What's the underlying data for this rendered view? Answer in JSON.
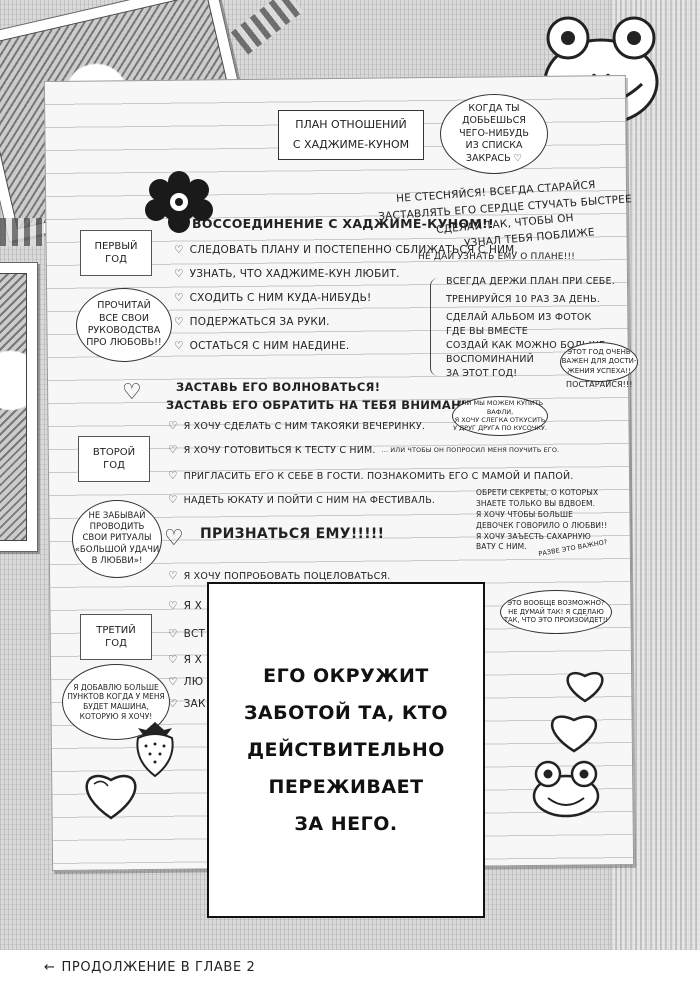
{
  "paper": {
    "title": [
      "ПЛАН ОТНОШЕНИЙ",
      "С ХАДЖИМЕ-КУНОМ"
    ],
    "goal_bubble": [
      "КОГДА ТЫ",
      "ДОБЬЕШЬСЯ",
      "ЧЕГО-НИБУДЬ",
      "ИЗ СПИСКА",
      "ЗАКРАСЬ ♡"
    ],
    "notes_top": [
      "НЕ СТЕСНЯЙСЯ! ВСЕГДА СТАРАЙСЯ",
      "ЗАСТАВЛЯТЬ ЕГО СЕРДЦЕ СТУЧАТЬ БЫСТРЕЕ",
      "СДЕЛАЙ ТАК, ЧТОБЫ ОН",
      "УЗНАЛ ТЕБЯ ПОБЛИЖЕ",
      "НЕ ДАЙ УЗНАТЬ ЕМУ О ПЛАНЕ!!!"
    ],
    "year1": {
      "label": [
        "ПЕРВЫЙ",
        "ГОД"
      ],
      "heading": "ВОССОЕДИНЕНИЕ С ХАДЖИМЕ-КУНОМ!!",
      "items": [
        "СЛЕДОВАТЬ ПЛАНУ И ПОСТЕПЕННО СБЛИЖАТЬСЯ С НИМ.",
        "УЗНАТЬ, ЧТО ХАДЖИМЕ-КУН ЛЮБИТ.",
        "СХОДИТЬ С НИМ КУДА-НИБУДЬ!",
        "ПОДЕРЖАТЬСЯ ЗА РУКИ.",
        "ОСТАТЬСЯ С НИМ НАЕДИНЕ."
      ],
      "bubble": [
        "ПРОЧИТАЙ",
        "ВСЕ СВОИ",
        "РУКОВОДСТВА",
        "ПРО ЛЮБОВЬ!!"
      ]
    },
    "tips": [
      "ВСЕГДА ДЕРЖИ ПЛАН ПРИ СЕБЕ.",
      "ТРЕНИРУЙСЯ 10 РАЗ ЗА ДЕНЬ.",
      "СДЕЛАЙ АЛЬБОМ ИЗ ФОТОК",
      "ГДЕ ВЫ ВМЕСТЕ",
      "СОЗДАЙ КАК МОЖНО БОЛЬШЕ",
      "ВОСПОМИНАНИЙ",
      "ЗА ЭТОТ ГОД!"
    ],
    "important_bubble": [
      "ЭТОТ ГОД ОЧЕНЬ",
      "ВАЖЕН ДЛЯ ДОСТИ-",
      "ЖЕНИЯ УСПЕХА!!"
    ],
    "try_hard": "ПОСТАРАЙСЯ!!!",
    "year2": {
      "label": [
        "ВТОРОЙ",
        "ГОД"
      ],
      "heading": [
        "ЗАСТАВЬ ЕГО ВОЛНОВАТЬСЯ!",
        "ЗАСТАВЬ ЕГО ОБРАТИТЬ НА ТЕБЯ ВНИМАНИЕ!"
      ],
      "items": [
        "Я ХОЧУ СДЕЛАТЬ С НИМ ТАКОЯКИ ВЕЧЕРИНКУ.",
        "Я ХОЧУ ГОТОВИТЬСЯ К ТЕСТУ С НИМ.",
        "ПРИГЛАСИТЬ ЕГО К СЕБЕ В ГОСТИ. ПОЗНАКОМИТЬ ЕГО С МАМОЙ И ПАПОЙ.",
        "НАДЕТЬ ЮКАТУ И ПОЙТИ С НИМ НА ФЕСТИВАЛЬ."
      ],
      "small_note": "... ИЛИ ЧТОБЫ ОН ПОПРОСИЛ МЕНЯ ПОУЧИТЬ ЕГО.",
      "bubble": [
        "НЕ ЗАБЫВАЙ",
        "ПРОВОДИТЬ",
        "СВОИ РИТУАЛЫ",
        "«БОЛЬШОЙ УДАЧИ",
        "В ЛЮБВИ»!"
      ],
      "waffle_note": [
        "ИЛИ МЫ МОЖЕМ КУПИТЬ ВАФЛИ,",
        "Я ХОЧУ СЛЕГКА ОТКУСИТЬ",
        "У ДРУГ ДРУГА ПО КУСОЧКУ."
      ],
      "secrets_note": [
        "ОБРЕТИ СЕКРЕТЫ, О КОТОРЫХ",
        "ЗНАЕТЕ ТОЛЬКО ВЫ ВДВОЕМ.",
        "Я ХОЧУ ЧТОБЫ БОЛЬШЕ",
        "ДЕВОЧЕК ГОВОРИЛО О ЛЮБВИ!!",
        "Я ХОЧУ ЗАЪЕСТЬ САХАРНУЮ",
        "ВАТУ С НИМ."
      ],
      "maybe": "РАЗВЕ ЭТО ВАЖНО?"
    },
    "confess": "ПРИЗНАТЬСЯ ЕМУ!!!!!",
    "year3": {
      "label": [
        "ТРЕТИЙ",
        "ГОД"
      ],
      "first_item": "Я ХОЧУ ПОПРОБОВАТЬ ПОЦЕЛОВАТЬСЯ.",
      "partial_items": [
        "Я Х",
        "ВСТ",
        "Я Х",
        "ЛЮ",
        "ЗАК"
      ],
      "bubble": [
        "Я ДОБАВЛЮ БОЛЬШЕ",
        "ПУНКТОВ КОГДА У МЕНЯ",
        "БУДЕТ МАШИНА,",
        "КОТОРУЮ Я ХОЧУ!"
      ]
    },
    "possible_bubble": [
      "ЭТО ВООБЩЕ ВОЗМОЖНО?",
      "НЕ ДУМАЙ ТАК! Я СДЕЛАЮ",
      "ТАК, ЧТО ЭТО ПРОИЗОЙДЕТ!!"
    ]
  },
  "caption": {
    "lines": [
      "ЕГО ОКРУЖИТ",
      "ЗАБОТОЙ ТА, КТО",
      "ДЕЙСТВИТЕЛЬНО",
      "ПЕРЕЖИВАЕТ",
      "ЗА НЕГО."
    ]
  },
  "footer": {
    "arrow": "←",
    "text": "ПРОДОЛЖЕНИЕ В ГЛАВЕ 2"
  },
  "icons": {
    "heart": "♡",
    "heart_filled": "♥"
  }
}
